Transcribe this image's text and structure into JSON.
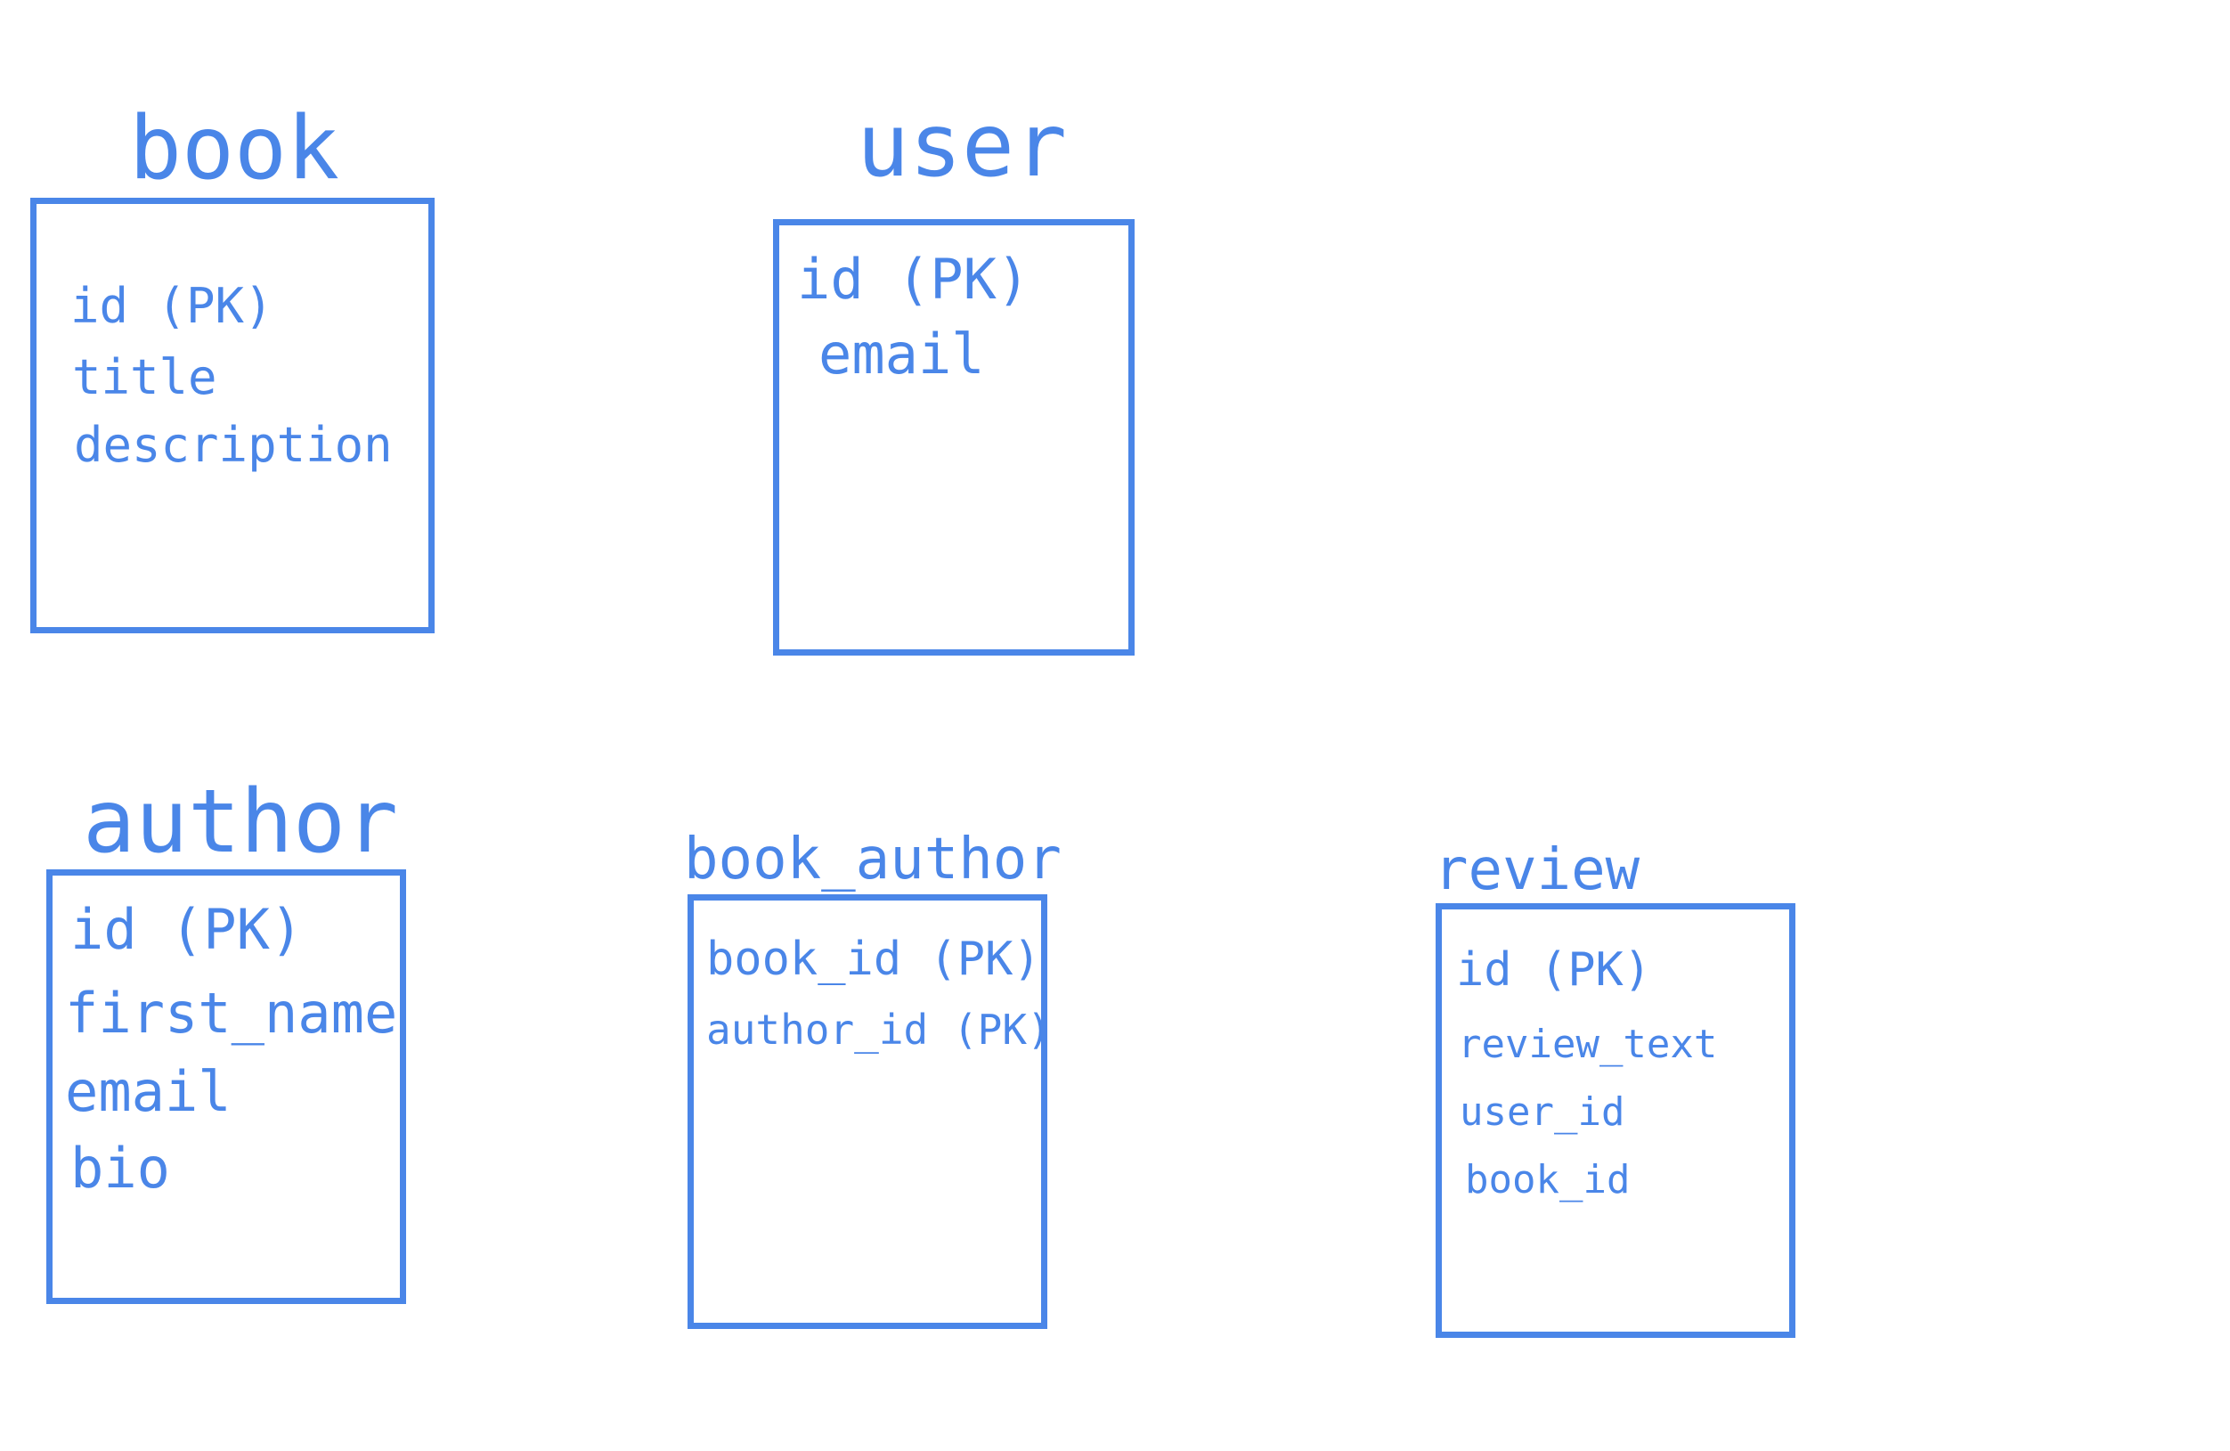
{
  "diagram": {
    "color": "#4a86e8",
    "tables": [
      {
        "name": "book",
        "fields": [
          "id (PK)",
          "title",
          "description"
        ]
      },
      {
        "name": "user",
        "fields": [
          "id (PK)",
          "email"
        ]
      },
      {
        "name": "author",
        "fields": [
          "id (PK)",
          "first_name",
          "email",
          "bio"
        ]
      },
      {
        "name": "book_author",
        "fields": [
          "book_id (PK)",
          "author_id (PK)"
        ]
      },
      {
        "name": "review",
        "fields": [
          "id (PK)",
          "review_text",
          "user_id",
          "book_id"
        ]
      }
    ]
  }
}
